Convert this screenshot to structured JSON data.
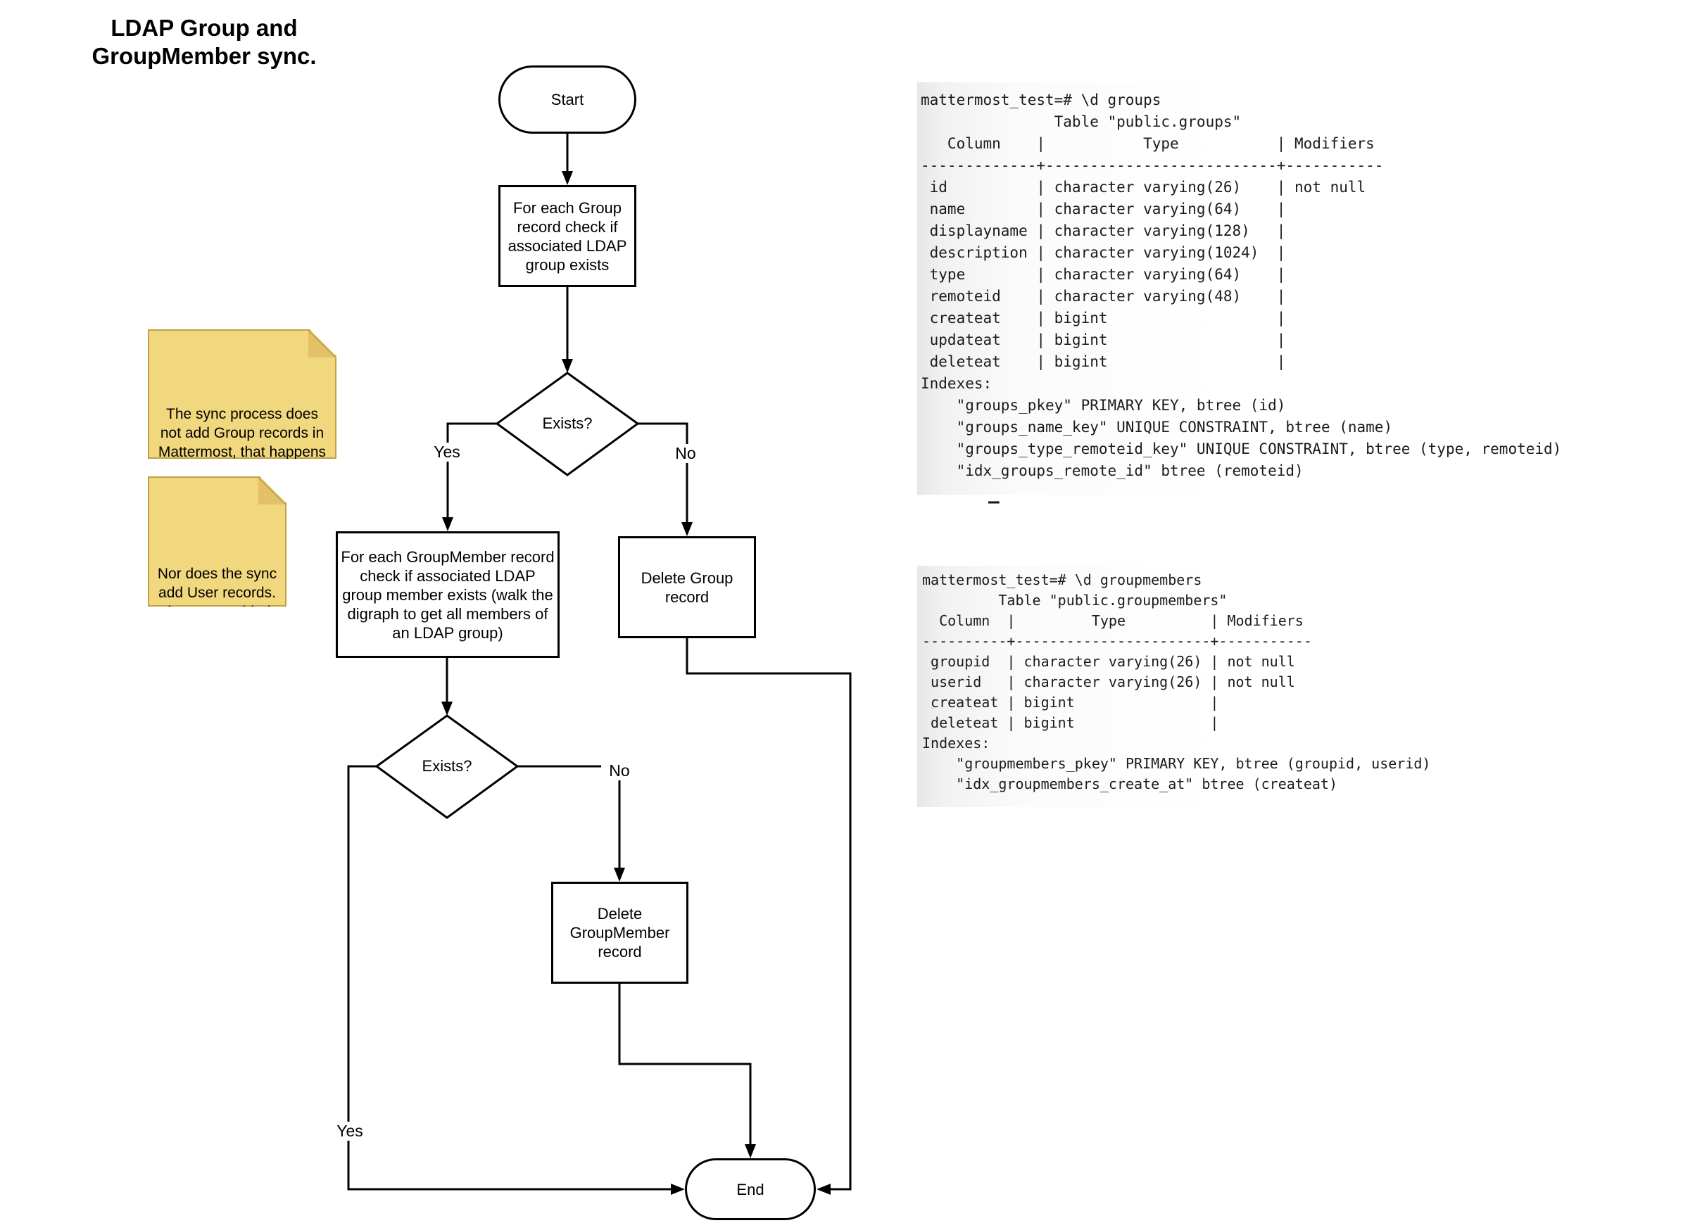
{
  "title": "LDAP Group and\nGroupMember sync.",
  "flowchart": {
    "start_label": "Start",
    "check_group_label": "For each Group\nrecord check if\nassociated LDAP\ngroup exists",
    "decision1_label": "Exists?",
    "branch_yes1": "Yes",
    "branch_no1": "No",
    "check_member_label": "For each GroupMember record\ncheck if associated LDAP\ngroup member exists (walk the\ndigraph to get all members of\nan LDAP group)",
    "delete_group_label": "Delete Group\nrecord",
    "decision2_label": "Exists?",
    "branch_no2": "No",
    "branch_yes2": "Yes",
    "delete_member_label": "Delete\nGroupMember\nrecord",
    "end_label": "End"
  },
  "notes": {
    "note1": "The sync process does\nnot add Group records in\nMattermost, that happens\nwhen a user \"links\" an\nLDAP group in the UI.",
    "note2": "Nor does the sync\nadd User records.\nthose are added\non first login."
  },
  "terminals": {
    "groups": "mattermost_test=# \\d groups\n               Table \"public.groups\"\n   Column    |           Type           | Modifiers\n-------------+--------------------------+-----------\n id          | character varying(26)    | not null\n name        | character varying(64)    | \n displayname | character varying(128)   | \n description | character varying(1024)  | \n type        | character varying(64)    | \n remoteid    | character varying(48)    | \n createat    | bigint                   | \n updateat    | bigint                   | \n deleteat    | bigint                   | \nIndexes:\n    \"groups_pkey\" PRIMARY KEY, btree (id)\n    \"groups_name_key\" UNIQUE CONSTRAINT, btree (name)\n    \"groups_type_remoteid_key\" UNIQUE CONSTRAINT, btree (type, remoteid)\n    \"idx_groups_remote_id\" btree (remoteid)",
    "groupmembers": "mattermost_test=# \\d groupmembers\n         Table \"public.groupmembers\"\n  Column  |         Type          | Modifiers\n----------+-----------------------+-----------\n groupid  | character varying(26) | not null\n userid   | character varying(26) | not null\n createat | bigint                | \n deleteat | bigint                | \nIndexes:\n    \"groupmembers_pkey\" PRIMARY KEY, btree (groupid, userid)\n    \"idx_groupmembers_create_at\" btree (createat)",
    "stray_dash": "–"
  },
  "colors": {
    "line": "#000000",
    "node_fill": "#ffffff",
    "note_fill": "#F1D77E",
    "note_fold": "#E2C169",
    "note_border": "#C2A144",
    "terminal_bg_edge": "#e8e8e8",
    "terminal_text": "#1b1b1b"
  }
}
